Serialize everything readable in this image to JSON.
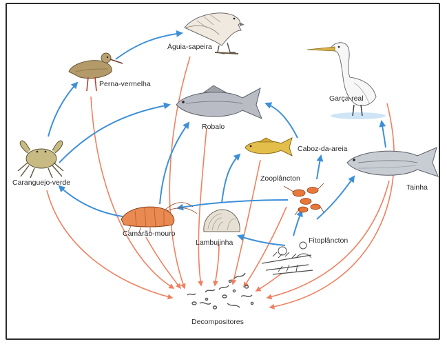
{
  "colors": {
    "consumption_arrow": "#3d8fd8",
    "decomposition_arrow": "#f08060",
    "frame": "#2b2b2b",
    "label": "#2a2a2a"
  },
  "organisms": {
    "aguia": {
      "label": "Águia-sapeira",
      "icon": "bird-of-prey-icon"
    },
    "perna": {
      "label": "Perna-vermelha",
      "icon": "wader-bird-icon"
    },
    "garca": {
      "label": "Garça-real",
      "icon": "heron-icon"
    },
    "robalo": {
      "label": "Robalo",
      "icon": "fish-icon"
    },
    "caboz": {
      "label": "Caboz-da-areia",
      "icon": "small-fish-icon"
    },
    "caranguejo": {
      "label": "Caranguejo-verde",
      "icon": "crab-icon"
    },
    "zoo": {
      "label": "Zooplâncton",
      "icon": "zooplankton-icon"
    },
    "tainha": {
      "label": "Tainha",
      "icon": "mullet-fish-icon"
    },
    "camarao": {
      "label": "Camarão-mouro",
      "icon": "shrimp-icon"
    },
    "lambujinha": {
      "label": "Lambujinha",
      "icon": "clam-icon"
    },
    "fito": {
      "label": "Fitoplâncton",
      "icon": "phytoplankton-icon"
    },
    "decomp": {
      "label": "Decompositores",
      "icon": "microorganisms-icon"
    }
  },
  "links": [
    {
      "from": "perna",
      "to": "aguia",
      "type": "consumption"
    },
    {
      "from": "caranguejo",
      "to": "perna",
      "type": "consumption"
    },
    {
      "from": "caranguejo",
      "to": "robalo",
      "type": "consumption"
    },
    {
      "from": "camarao",
      "to": "caranguejo",
      "type": "consumption"
    },
    {
      "from": "camarao",
      "to": "robalo",
      "type": "consumption"
    },
    {
      "from": "caboz",
      "to": "robalo",
      "type": "consumption"
    },
    {
      "from": "zoo",
      "to": "caboz",
      "type": "consumption"
    },
    {
      "from": "zoo",
      "to": "camarao",
      "type": "consumption"
    },
    {
      "from": "lambujinha",
      "to": "caboz",
      "type": "consumption"
    },
    {
      "from": "fito",
      "to": "zoo",
      "type": "consumption"
    },
    {
      "from": "fito",
      "to": "lambujinha",
      "type": "consumption"
    },
    {
      "from": "fito",
      "to": "tainha",
      "type": "consumption"
    },
    {
      "from": "tainha",
      "to": "garca",
      "type": "consumption"
    },
    {
      "from": "aguia",
      "to": "decomp",
      "type": "decomposition"
    },
    {
      "from": "perna",
      "to": "decomp",
      "type": "decomposition"
    },
    {
      "from": "caranguejo",
      "to": "decomp",
      "type": "decomposition"
    },
    {
      "from": "robalo",
      "to": "decomp",
      "type": "decomposition"
    },
    {
      "from": "camarao",
      "to": "decomp",
      "type": "decomposition"
    },
    {
      "from": "lambujinha",
      "to": "decomp",
      "type": "decomposition"
    },
    {
      "from": "caboz",
      "to": "decomp",
      "type": "decomposition"
    },
    {
      "from": "zoo",
      "to": "decomp",
      "type": "decomposition"
    },
    {
      "from": "fito",
      "to": "decomp",
      "type": "decomposition"
    },
    {
      "from": "tainha",
      "to": "decomp",
      "type": "decomposition"
    },
    {
      "from": "garca",
      "to": "decomp",
      "type": "decomposition"
    }
  ]
}
